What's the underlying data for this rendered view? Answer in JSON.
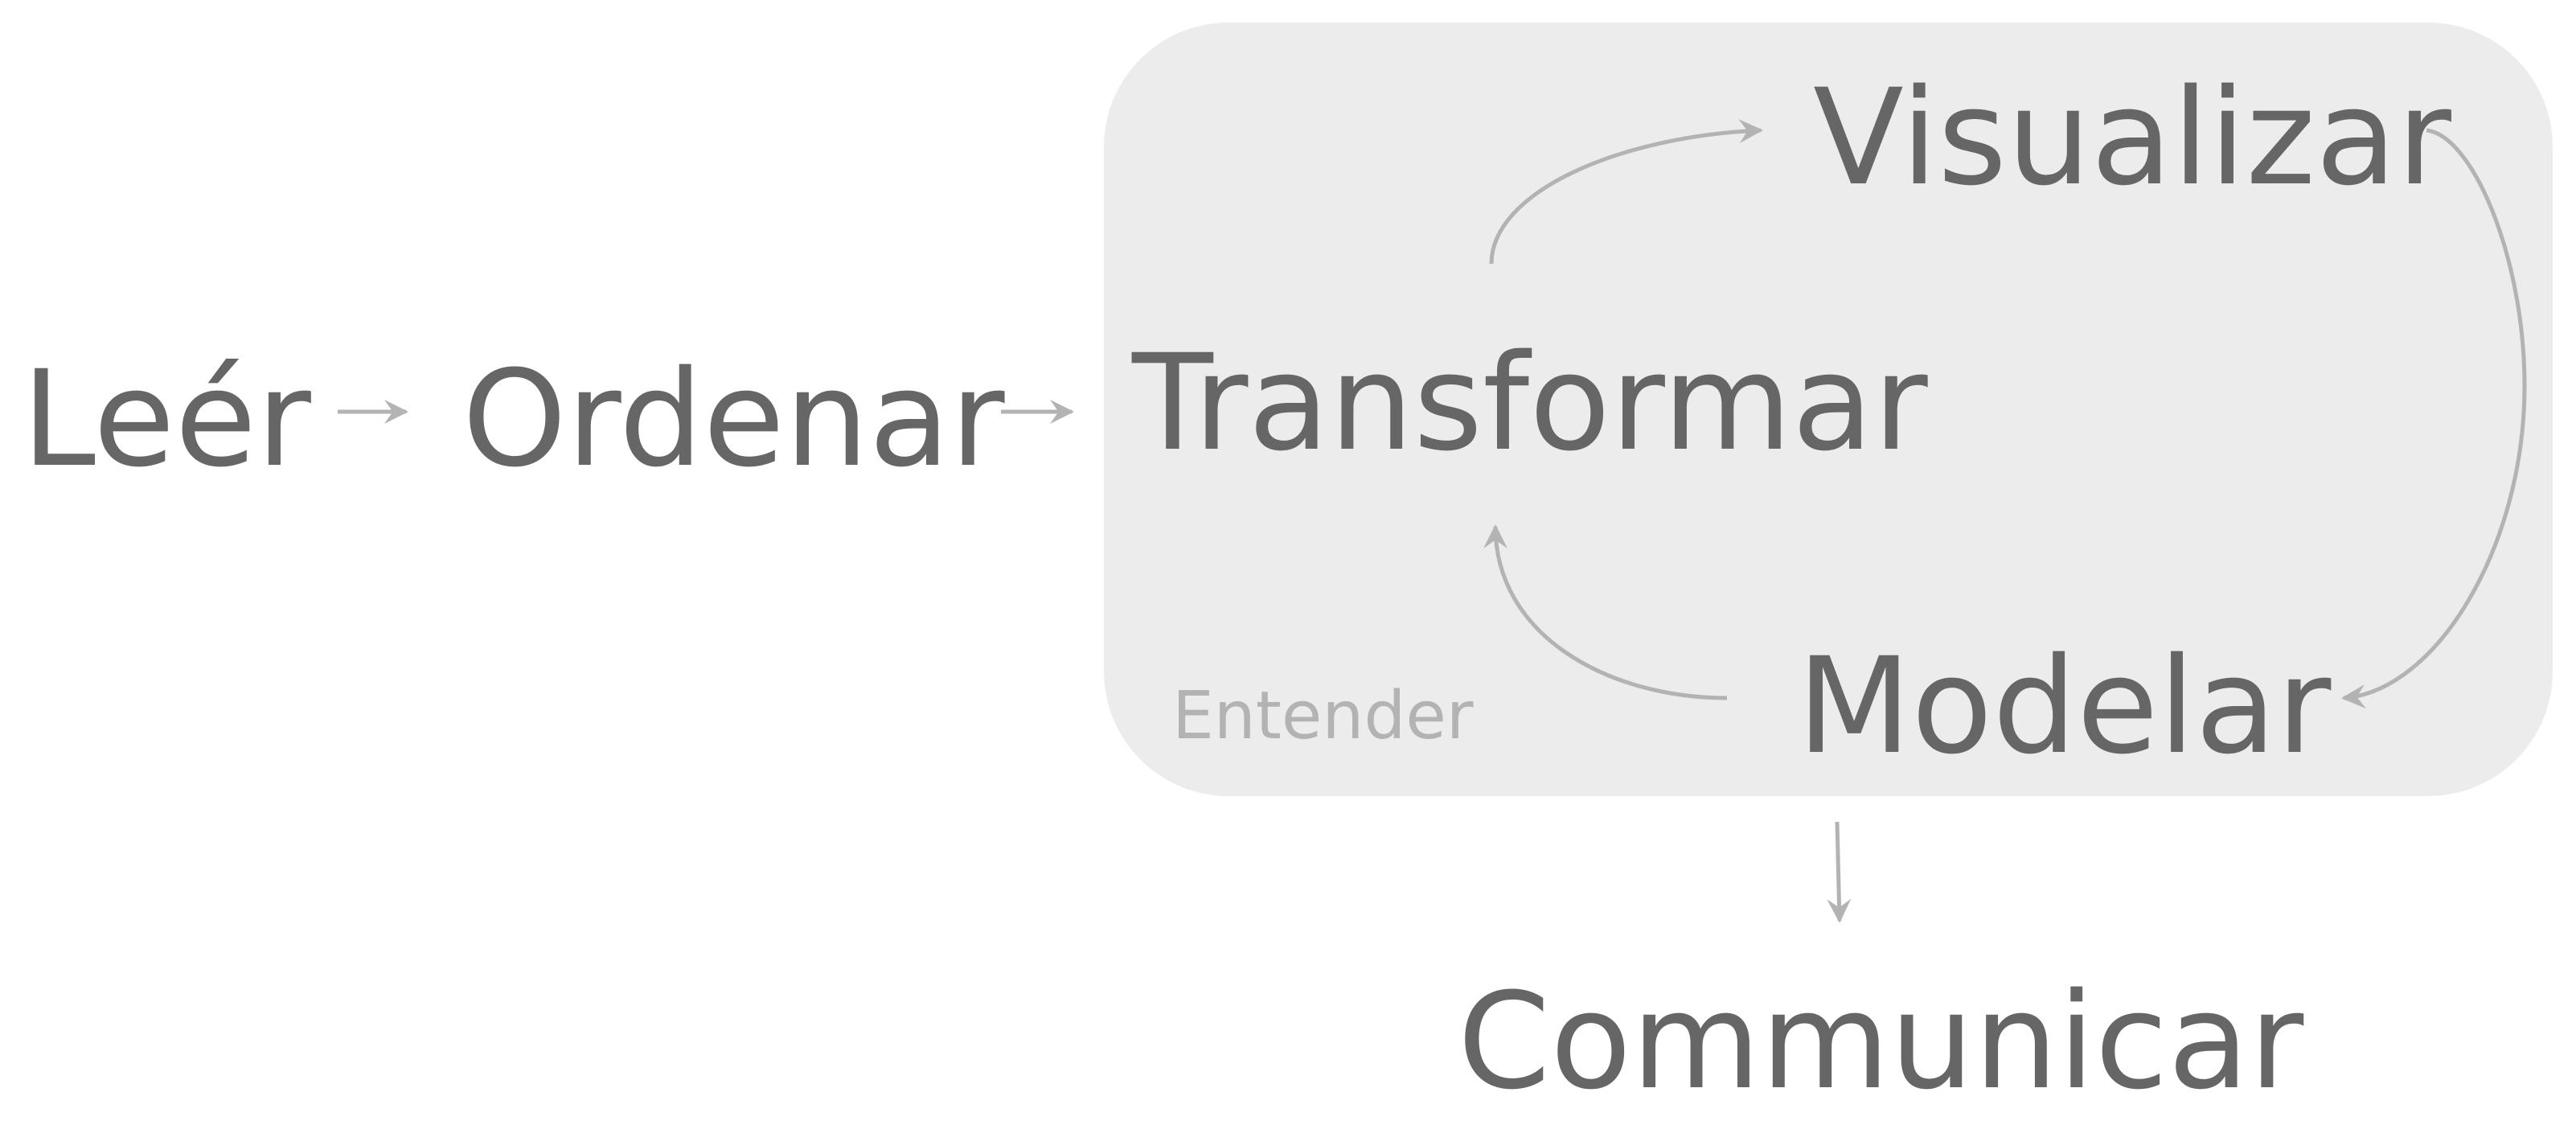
{
  "diagram": {
    "nodes": {
      "leer": "Leér",
      "ordenar": "Ordenar",
      "transformar": "Transformar",
      "visualizar": "Visualizar",
      "modelar": "Modelar",
      "comunicar": "Communicar"
    },
    "cycle_box_label": "Entender",
    "edges": [
      {
        "from": "leer",
        "to": "ordenar"
      },
      {
        "from": "ordenar",
        "to": "transformar"
      },
      {
        "from": "transformar",
        "to": "visualizar"
      },
      {
        "from": "visualizar",
        "to": "modelar"
      },
      {
        "from": "modelar",
        "to": "transformar"
      },
      {
        "from": "modelar",
        "to": "comunicar"
      }
    ],
    "colors": {
      "text": "#666666",
      "box_label": "#b3b3b3",
      "box_fill": "#ececec",
      "arrow": "#b3b3b3",
      "background": "#ffffff"
    }
  }
}
